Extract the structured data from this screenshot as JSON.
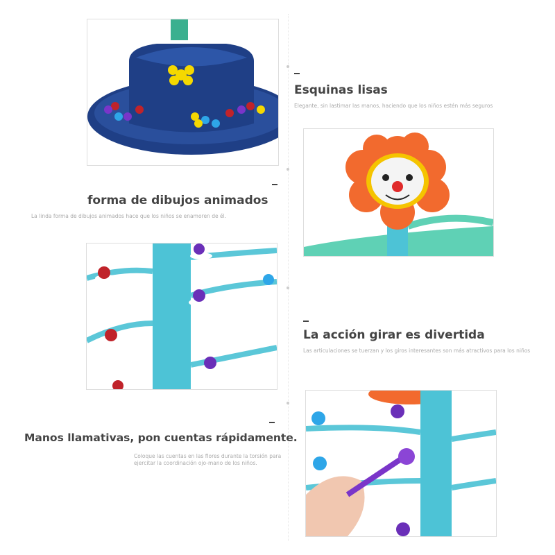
{
  "sections": [
    {
      "title": "Esquinas lisas",
      "subtitle": "Elegante, sin lastimar las manos, haciendo que los niños estén más seguros"
    },
    {
      "title": "forma de dibujos animados",
      "subtitle": "La linda forma de dibujos animados hace que los niños se enamoren de él."
    },
    {
      "title": "La acción girar es divertida",
      "subtitle": "Las articulaciones se tuerzan y los giros interesantes son más atractivos para los niños"
    },
    {
      "title": "Manos llamativas, pon cuentas rápidamente.",
      "subtitle_line1": "Coloque las cuentas en las flores durante la torsión para",
      "subtitle_line2": "ejercitar la coordinación ojo-mano de los niños."
    }
  ],
  "colors": {
    "base": "#1f3f86",
    "stem": "#4dc3d6",
    "petal": "#f26a2e",
    "leaf": "#5fd1b5"
  }
}
